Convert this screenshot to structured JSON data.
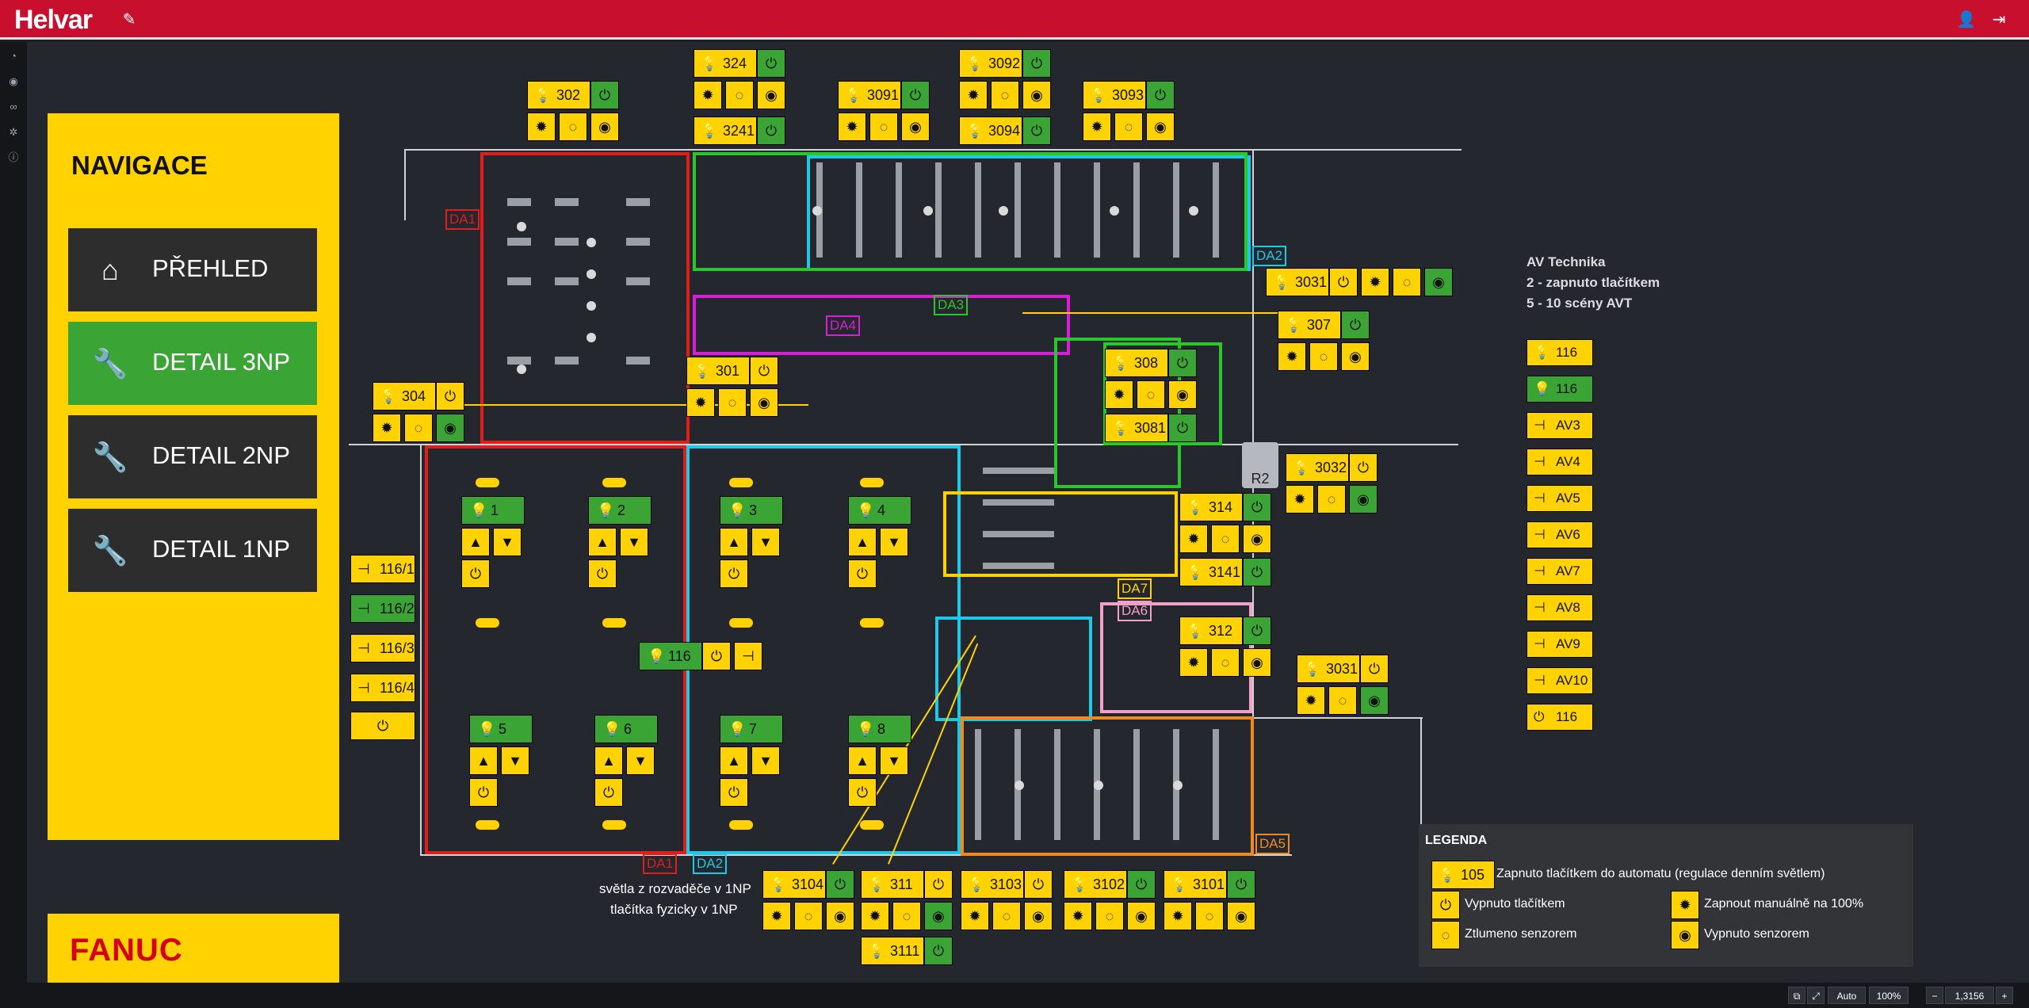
{
  "topbar": {
    "brand": "Helvar",
    "edit_icon": "pencil-icon",
    "user_icon": "user-icon",
    "logout_icon": "logout-icon",
    "color": "#c8102e"
  },
  "rail": {
    "icons": [
      "dashboard-icon",
      "eye-icon",
      "link-icon",
      "gear-icon",
      "info-icon"
    ]
  },
  "navigation": {
    "title": "NAVIGACE",
    "items": [
      {
        "label": "PŘEHLED",
        "icon": "home-icon",
        "active": false
      },
      {
        "label": "DETAIL 3NP",
        "icon": "wrench-icon",
        "active": true
      },
      {
        "label": "DETAIL 2NP",
        "icon": "wrench-icon",
        "active": false
      },
      {
        "label": "DETAIL 1NP",
        "icon": "wrench-icon",
        "active": false
      }
    ]
  },
  "logo": "FANUC",
  "controls": {
    "c302": "302",
    "c324": "324",
    "c3241": "3241",
    "c3091": "3091",
    "c3092": "3092",
    "c3094": "3094",
    "c3093": "3093",
    "c304": "304",
    "c301": "301",
    "c3031": "3031",
    "c307": "307",
    "c308": "308",
    "c3081": "3081",
    "c3032": "3032",
    "c314": "314",
    "c3141": "3141",
    "c312": "312",
    "c3031b": "3031",
    "c3104": "3104",
    "c311": "311",
    "c3111": "3111",
    "c3103": "3103",
    "c3102": "3102",
    "c3101": "3101",
    "c116": "116"
  },
  "left_controls": [
    "116/1",
    "116/2",
    "116/3",
    "116/4"
  ],
  "groups": [
    "1",
    "2",
    "3",
    "4",
    "5",
    "6",
    "7",
    "8"
  ],
  "tags": {
    "da1a": "DA1",
    "da1b": "DA1",
    "da2a": "DA2",
    "da2b": "DA2",
    "da3": "DA3",
    "da4": "DA4",
    "da5": "DA5",
    "da6": "DA6",
    "da7": "DA7",
    "r2": "R2"
  },
  "av": {
    "title_lines": [
      "AV Technika",
      "2 - zapnuto tlačítkem",
      "5 - 10 scény AVT"
    ],
    "items": [
      {
        "label": "116",
        "icon": "bulb-icon",
        "green": false
      },
      {
        "label": "116",
        "icon": "bulb-icon",
        "green": true
      },
      {
        "label": "AV3",
        "icon": "scene-icon",
        "green": false
      },
      {
        "label": "AV4",
        "icon": "scene-icon",
        "green": false
      },
      {
        "label": "AV5",
        "icon": "scene-icon",
        "green": false
      },
      {
        "label": "AV6",
        "icon": "scene-icon",
        "green": false
      },
      {
        "label": "AV7",
        "icon": "scene-icon",
        "green": false
      },
      {
        "label": "AV8",
        "icon": "scene-icon",
        "green": false
      },
      {
        "label": "AV9",
        "icon": "scene-icon",
        "green": false
      },
      {
        "label": "AV10",
        "icon": "scene-icon",
        "green": false
      },
      {
        "label": "116",
        "icon": "power-icon",
        "green": false
      }
    ]
  },
  "notes": {
    "line1": "světla z rozvaděče v 1NP",
    "line2": "tlačítka fyzicky v 1NP"
  },
  "legend": {
    "title": "LEGENDA",
    "sample": "105",
    "auto": "Zapnuto tlačítkem do automatu (regulace denním světlem)",
    "off_button": "Vypnuto tlačítkem",
    "manual": "Zapnout manuálně na 100%",
    "dimmed": "Ztlumeno senzorem",
    "off_sensor": "Vypnuto senzorem"
  },
  "zoom": {
    "mode": "Auto",
    "percent": "100%",
    "value": "1,3156"
  },
  "colors": {
    "yellow": "#ffd200",
    "green": "#3aa535",
    "red": "#e01d1d",
    "cyan": "#1ec8e6",
    "magenta": "#d81ed8",
    "pink": "#f2a0c8",
    "orange": "#f08a1d"
  }
}
